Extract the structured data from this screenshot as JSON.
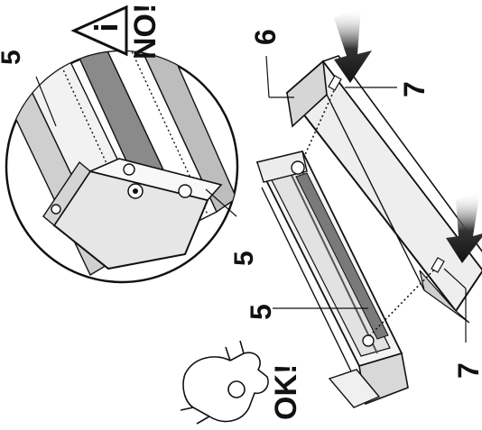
{
  "callouts": {
    "label_5": "5",
    "label_6": "6",
    "label_7": "7"
  },
  "notes": {
    "no_text": "NO!",
    "ok_text": "OK!"
  },
  "icons": {
    "warning": "warning-triangle-icon",
    "press_arrow": "press-arrow-icon",
    "hand": "ok-hand-icon",
    "screw": "screw-icon"
  },
  "colors": {
    "ink": "#111111",
    "panel": "#e9e9e9",
    "panel_dark": "#9c9c9c",
    "rail": "#707070",
    "arrow": "#2a2a2a"
  }
}
